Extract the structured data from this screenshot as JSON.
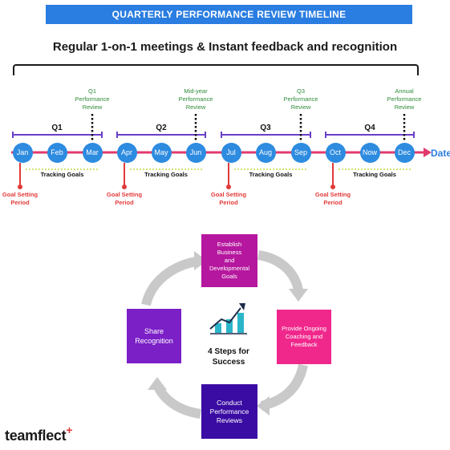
{
  "banner": {
    "title": "QUARTERLY PERFORMANCE REVIEW TIMELINE"
  },
  "subtitle": "Regular 1-on-1 meetings & Instant feedback and recognition",
  "timeline": {
    "months": [
      "Jan",
      "Feb",
      "Mar",
      "Apr",
      "May",
      "Jun",
      "Jul",
      "Aug",
      "Sep",
      "Oct",
      "Now",
      "Dec"
    ],
    "quarters": [
      "Q1",
      "Q2",
      "Q3",
      "Q4"
    ],
    "reviews": [
      "Q1\nPerformance\nReview",
      "Mid-year\nPerformance\nReview",
      "Q3\nPerformance\nReview",
      "Annual\nPerformance\nReview"
    ],
    "goal_setting": "Goal Setting\nPeriod",
    "tracking": "Tracking Goals",
    "axis_label": "Date",
    "colors": {
      "month": "#2d8be0",
      "line": "#e23a6e",
      "review": "#2e8b3a",
      "goal": "#e23a3a",
      "quarter": "#6a3fc9",
      "tracking": "#c8d84a"
    }
  },
  "cycle": {
    "center": "4 Steps for\nSuccess",
    "steps": [
      {
        "label": "Establish Business\nand Developmental\nGoals",
        "color": "#b5179e"
      },
      {
        "label": "Provide Ongoing\nCoaching and\nFeedback",
        "color": "#f0288c"
      },
      {
        "label": "Conduct\nPerformance\nReviews",
        "color": "#3a0ca3"
      },
      {
        "label": "Share\nRecognition",
        "color": "#7b1fc7"
      }
    ],
    "arrow_color": "#c9c9c9",
    "chart_icon": "growth-chart-icon"
  },
  "logo": {
    "text": "teamflect",
    "mark": "+"
  }
}
